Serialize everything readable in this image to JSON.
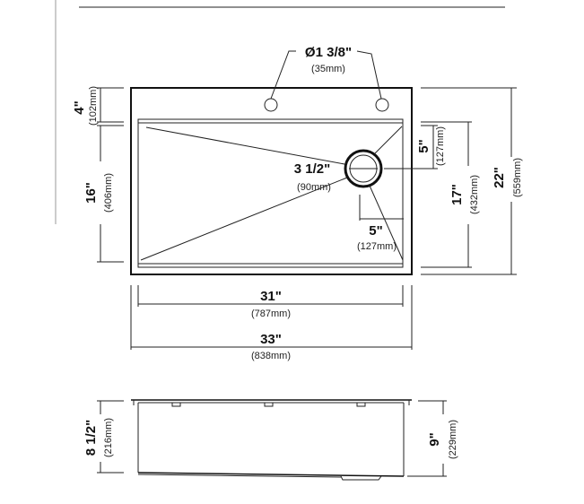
{
  "top_view": {
    "faucet_hole": {
      "inch": "Ø1 3/8\"",
      "mm": "(35mm)"
    },
    "drain": {
      "inch": "3 1/2\"",
      "mm": "(90mm)"
    },
    "deck_depth": {
      "inch": "4\"",
      "mm": "(102mm)"
    },
    "bowl_depth_left": {
      "inch": "16\"",
      "mm": "(406mm)"
    },
    "drain_from_back": {
      "inch": "5\"",
      "mm": "(127mm)"
    },
    "drain_from_side": {
      "inch": "5\"",
      "mm": "(127mm)"
    },
    "bowl_front_back": {
      "inch": "17\"",
      "mm": "(432mm)"
    },
    "overall_front_back": {
      "inch": "22\"",
      "mm": "(559mm)"
    },
    "bowl_width": {
      "inch": "31\"",
      "mm": "(787mm)"
    },
    "overall_width": {
      "inch": "33\"",
      "mm": "(838mm)"
    }
  },
  "side_view": {
    "depth_left": {
      "inch": "8 1/2\"",
      "mm": "(216mm)"
    },
    "depth_right": {
      "inch": "9\"",
      "mm": "(229mm)"
    }
  }
}
